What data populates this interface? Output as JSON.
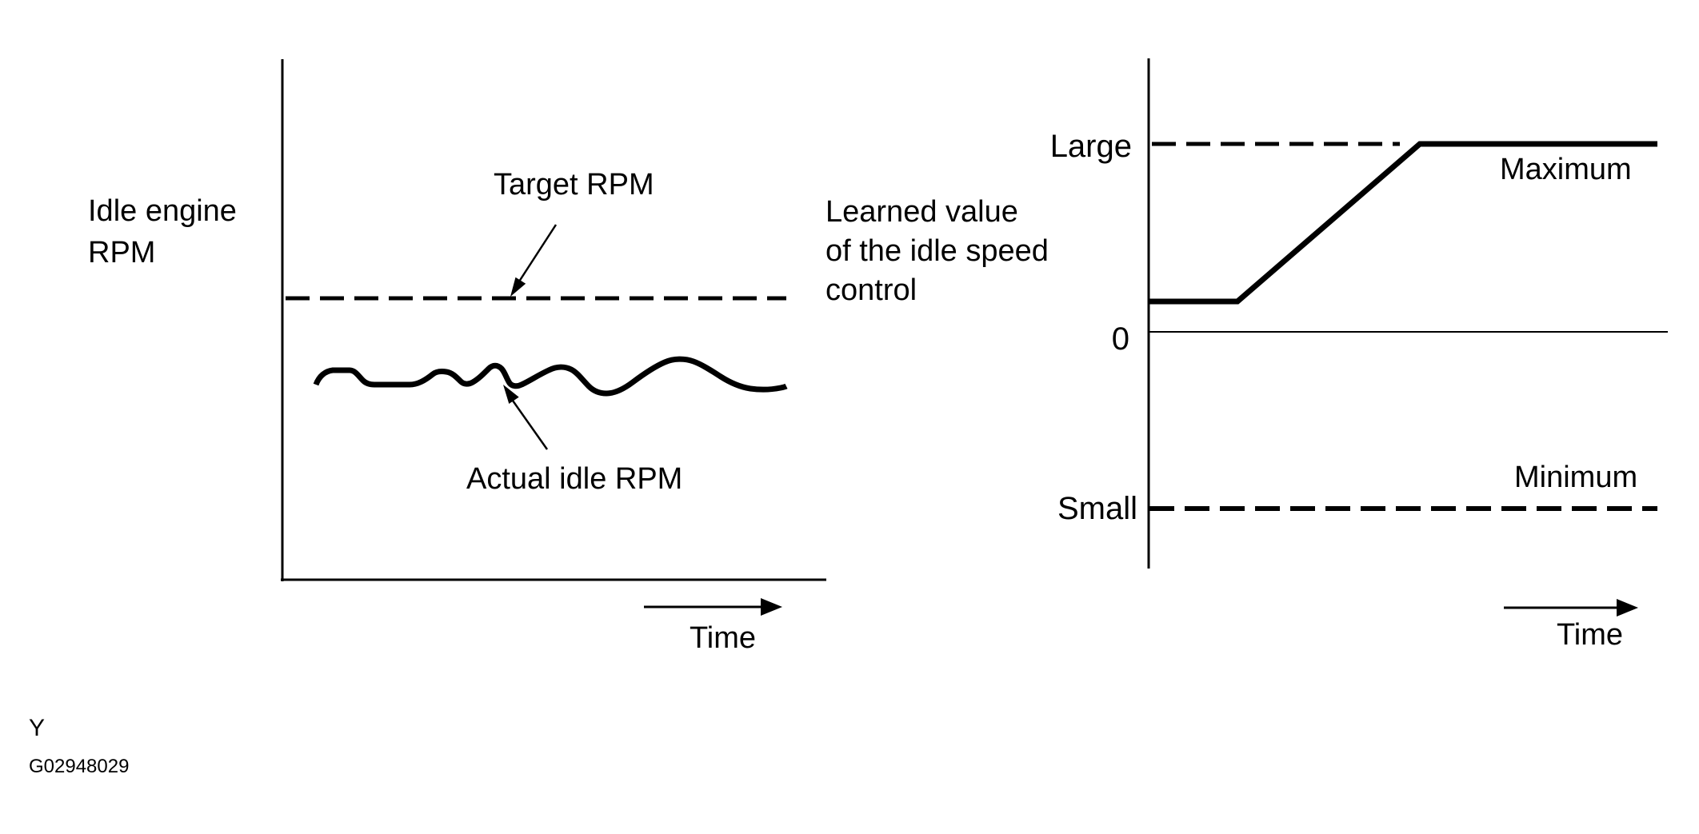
{
  "background": "#ffffff",
  "ink": "#000000",
  "left_chart": {
    "y_axis_label_line1": "Idle engine",
    "y_axis_label_line2": "RPM",
    "target_annotation": "Target RPM",
    "actual_annotation": "Actual idle RPM",
    "x_axis_label": "Time"
  },
  "right_chart": {
    "y_axis_label_line1": "Learned value",
    "y_axis_label_line2": "of the idle speed",
    "y_axis_label_line3": "control",
    "upper_level_label": "Large",
    "upper_line_label": "Maximum",
    "zero_label": "0",
    "lower_level_label": "Small",
    "lower_line_label": "Minimum",
    "x_axis_label": "Time"
  },
  "footer": {
    "figure_key": "Y",
    "figure_code": "G02948029"
  },
  "chart_data": [
    {
      "type": "line",
      "title": "Idle engine RPM over time",
      "xlabel": "Time",
      "ylabel": "Idle engine RPM",
      "qualitative": true,
      "grid": false,
      "legend_position": "none",
      "note": "values are fractions of y-axis height above the x-axis (no numeric ticks shown)",
      "series": [
        {
          "name": "Target RPM",
          "style": "dashed",
          "x": [
            0,
            1
          ],
          "values": [
            0.542,
            0.542
          ]
        },
        {
          "name": "Actual idle RPM",
          "style": "solid-wavy",
          "x": [
            0,
            0.053,
            0.1,
            0.162,
            0.248,
            0.308,
            0.367,
            0.412,
            0.495,
            0.543,
            0.58,
            0.617,
            0.673,
            0.742,
            0.803,
            0.861,
            0.924,
            1.0
          ],
          "values": [
            0.375,
            0.403,
            0.383,
            0.375,
            0.395,
            0.382,
            0.406,
            0.378,
            0.403,
            0.405,
            0.372,
            0.358,
            0.38,
            0.418,
            0.42,
            0.391,
            0.368,
            0.372
          ]
        }
      ],
      "annotations": [
        "Target RPM",
        "Actual idle RPM"
      ]
    },
    {
      "type": "line",
      "title": "Learned value of the idle speed control over time",
      "xlabel": "Time",
      "ylabel": "Learned value of the idle speed control",
      "qualitative": true,
      "grid": false,
      "legend_position": "none",
      "ylim": [
        -1.4,
        1.4
      ],
      "reference_lines": [
        {
          "axis_label": "Large",
          "line_label": "Maximum",
          "level": 1,
          "style": "dashed-then-solid"
        },
        {
          "axis_label": "0",
          "level": 0,
          "style": "thin-solid"
        },
        {
          "axis_label": "Small",
          "line_label": "Minimum",
          "level": -1,
          "style": "dashed"
        }
      ],
      "series": [
        {
          "name": "Learned value",
          "style": "solid",
          "x": [
            0,
            0.173,
            0.532,
            1.0
          ],
          "values": [
            0.162,
            0.162,
            1.0,
            1.0
          ]
        }
      ]
    }
  ]
}
